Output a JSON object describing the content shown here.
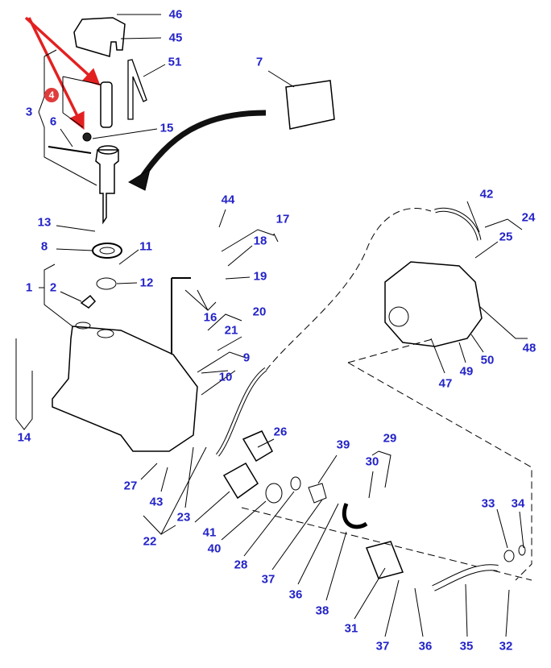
{
  "diagram": {
    "highlight_badge": "4",
    "highlight_color": "#e03c3c",
    "label_color": "#2323c8",
    "callouts": [
      "46",
      "45",
      "51",
      "7",
      "3",
      "6",
      "15",
      "44",
      "17",
      "42",
      "24",
      "25",
      "13",
      "8",
      "11",
      "18",
      "12",
      "19",
      "1",
      "2",
      "16",
      "20",
      "21",
      "9",
      "10",
      "48",
      "47",
      "49",
      "50",
      "14",
      "26",
      "39",
      "29",
      "30",
      "27",
      "43",
      "23",
      "41",
      "22",
      "40",
      "33",
      "34",
      "28",
      "37",
      "36",
      "38",
      "31",
      "37",
      "36",
      "35",
      "32"
    ]
  }
}
